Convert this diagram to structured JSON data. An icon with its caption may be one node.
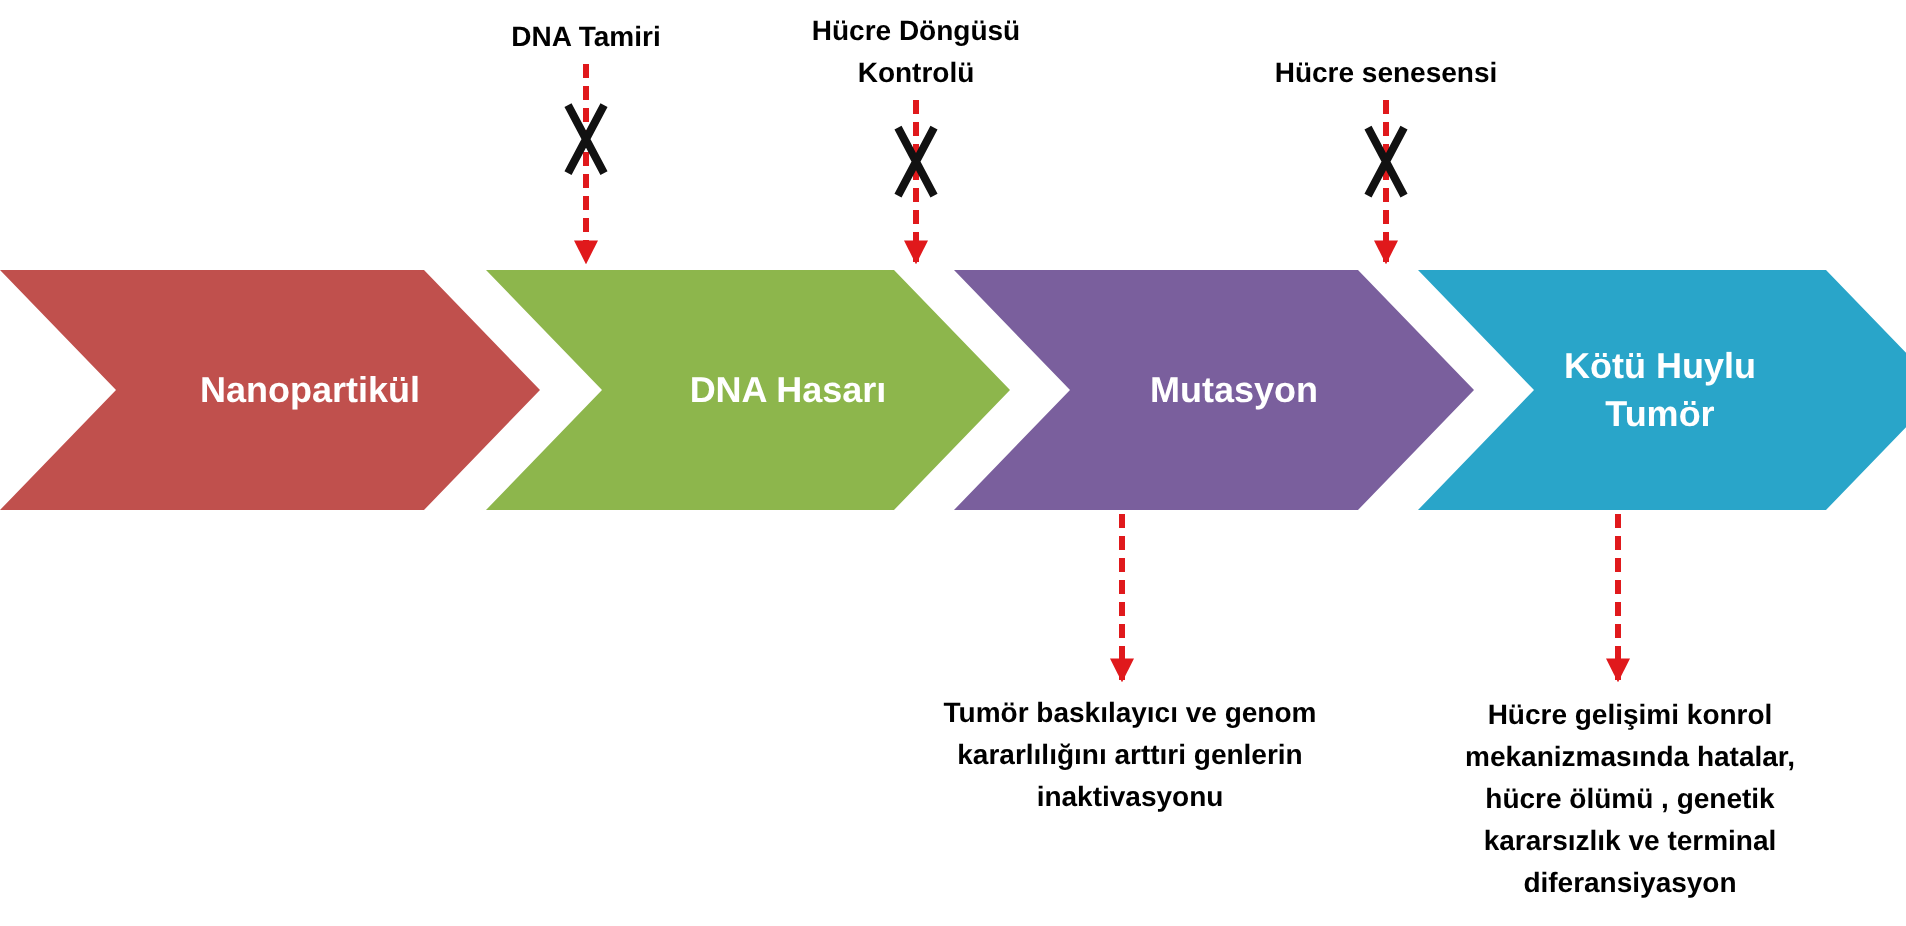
{
  "diagram": {
    "nodes": [
      {
        "text": [
          "Nanopartikül"
        ]
      },
      {
        "text": [
          "DNA Hasarı"
        ]
      },
      {
        "text": [
          "Mutasyon"
        ]
      },
      {
        "text": [
          "Kötü Huylu Tumör"
        ]
      },
      {
        "text": [
          "DNA Tamiri"
        ]
      },
      {
        "text": [
          "Hücre Döngüsü Kontrolü"
        ]
      },
      {
        "text": [
          "Hücre senesensi"
        ]
      },
      {
        "text": [
          "Tumör baskılayıcı ve genom kararlılığını arttıri genlerin inaktivasyonu"
        ]
      },
      {
        "text": [
          "Hücre gelişimi konrol mekanizmasında hatalar, hücre ölümü , genetik kararsızlık ve terminal diferansiyasyon"
        ]
      }
    ],
    "edges": [
      {
        "from": 4,
        "to": 1,
        "arrow": "to",
        "style": "dashed"
      },
      {
        "from": 5,
        "to": 2,
        "arrow": "to",
        "style": "dashed"
      },
      {
        "from": 6,
        "to": 3,
        "arrow": "to",
        "style": "dashed"
      },
      {
        "from": 2,
        "to": 7,
        "arrow": "to",
        "style": "dashed"
      },
      {
        "from": 3,
        "to": 8,
        "arrow": "to",
        "style": "dashed"
      }
    ]
  }
}
